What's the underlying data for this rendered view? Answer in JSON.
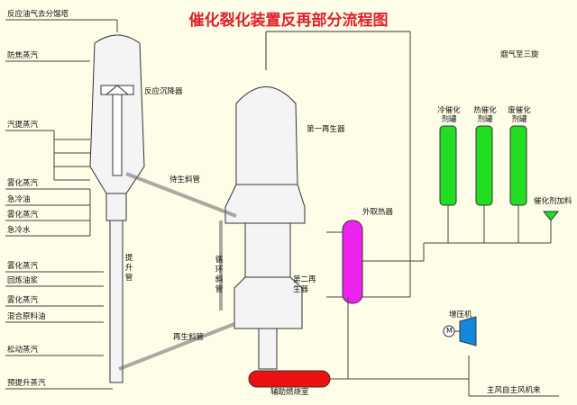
{
  "title": "催化裂化装置反再部分流程图",
  "colors": {
    "background": "#fdfde8",
    "title": "#e0202a",
    "catalyst_hopper": "#22dd22",
    "external_heat_exchanger": "#ee22ee",
    "aux_combustion": "#ee1111",
    "blower": "#1188dd",
    "line": "#444444",
    "vessel": "#f4f4f4"
  },
  "left_labels": [
    "反应油气去分馏塔",
    "防焦蒸汽",
    "汽提蒸汽",
    "雾化蒸汽",
    "急冷油",
    "雾化蒸汽",
    "急冷水",
    "雾化蒸汽",
    "回炼油浆",
    "雾化蒸汽",
    "混合原料油",
    "松动蒸汽",
    "预提升蒸汽"
  ],
  "equipment": {
    "reactor_settler": "反应沉降器",
    "first_regenerator": "第一再生器",
    "second_regenerator": "第二再\n生器",
    "riser": "提\n升\n管",
    "external_heat_exchanger": "外取热器",
    "aux_combustion": "辅助燃烧室",
    "blower": "增压机",
    "motor": "M"
  },
  "pipes": {
    "regen_slide_valve_upper": "待生斜管",
    "regen_slide_valve_lower": "再生斜管",
    "circulation": "循\n环\n斜\n管"
  },
  "right_labels": {
    "flue_gas": "烟气至三旋",
    "catalyst_feed": "催化剂加料",
    "main_air": "主风自主风机来"
  },
  "catalyst_hoppers": [
    "冷催化\n剂罐",
    "热催化\n剂罐",
    "废催化\n剂罐"
  ]
}
